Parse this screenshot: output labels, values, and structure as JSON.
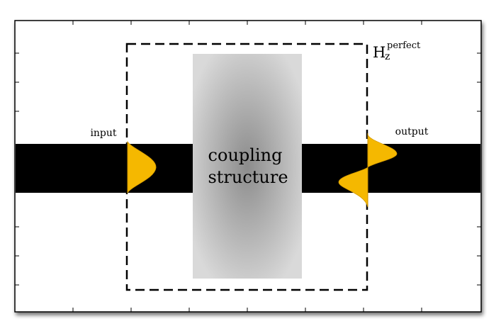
{
  "labels": {
    "input": "input",
    "output": "output",
    "block_line1": "coupling",
    "block_line2": "structure",
    "field_base": "H",
    "field_sub": "z",
    "field_sup": "perfect"
  },
  "colors": {
    "waveguide": "#000000",
    "mode_profile": "#f5b800",
    "block_center": "#8c8c8c",
    "block_edge": "#d9d9d9",
    "dashed_box": "#000000",
    "frame": "#000000"
  },
  "icons": {
    "mode_profile": "half-gaussian-mode-icon",
    "output_profile": "antisymmetric-mode-icon"
  }
}
